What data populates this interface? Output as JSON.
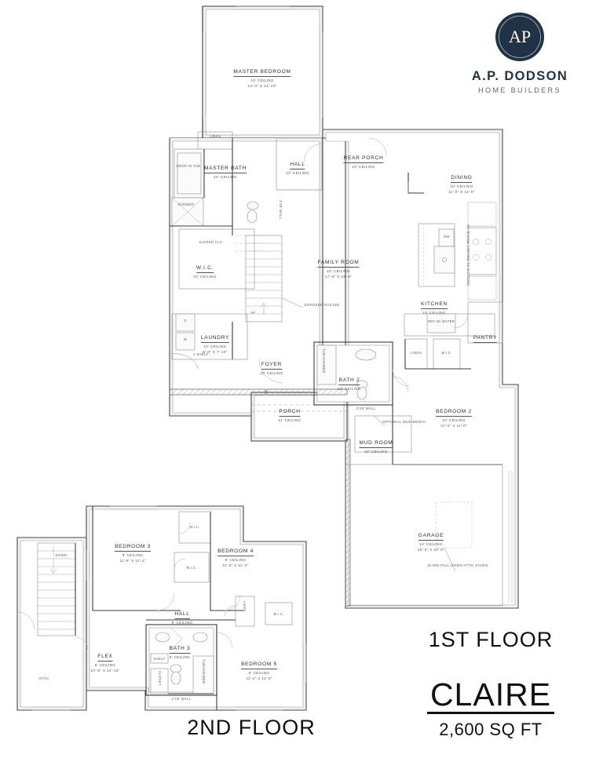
{
  "brand": {
    "monogram": "AP",
    "name": "A.P. DODSON",
    "tagline": "HOME BUILDERS",
    "navy": "#1f3246"
  },
  "title_block": {
    "first_floor_label": "1ST FLOOR",
    "second_floor_label": "2ND FLOOR",
    "plan_name": "CLAIRE",
    "square_feet": "2,600 SQ FT"
  },
  "first_floor": {
    "rooms": [
      {
        "name": "MASTER BEDROOM",
        "ceiling": "10' CEILING",
        "dims": "14'-0\" X 14'-10\""
      },
      {
        "name": "MASTER BATH",
        "ceiling": "10' CEILING",
        "dims": ""
      },
      {
        "name": "HALL",
        "ceiling": "10' CEILING",
        "dims": ""
      },
      {
        "name": "REAR PORCH",
        "ceiling": "10' CEILING",
        "dims": ""
      },
      {
        "name": "DINING",
        "ceiling": "10' CEILING",
        "dims": "11'-0\" X 11'-8\""
      },
      {
        "name": "FAMILY ROOM",
        "ceiling": "10' CEILING",
        "dims": "17'-8\" X 19'-8\""
      },
      {
        "name": "W.I.C.",
        "ceiling": "10' CEILING",
        "dims": ""
      },
      {
        "name": "KITCHEN",
        "ceiling": "10' CEILING",
        "dims": ""
      },
      {
        "name": "PANTRY",
        "ceiling": "",
        "dims": ""
      },
      {
        "name": "LAUNDRY",
        "ceiling": "10' CEILING",
        "dims": "9'-0\" X 7'-10\""
      },
      {
        "name": "FOYER",
        "ceiling": "10' CEILING",
        "dims": ""
      },
      {
        "name": "BATH 2",
        "ceiling": "10' CEILING",
        "dims": ""
      },
      {
        "name": "PORCH",
        "ceiling": "11' CEILING",
        "dims": ""
      },
      {
        "name": "MUD ROOM",
        "ceiling": "10' CEILING",
        "dims": ""
      },
      {
        "name": "BEDROOM 2",
        "ceiling": "10' CEILING",
        "dims": "12'-6\" X 11'-0\""
      },
      {
        "name": "GARAGE",
        "ceiling": "10' CEILING",
        "dims": "20'-6\" X 20'-6\""
      }
    ],
    "notes": [
      "LINEN",
      "DROP-IN TUB",
      "SHOWER",
      "SLOPED CLG.",
      "EXPOSED RAILING",
      "UP",
      "1 SHELF",
      "D",
      "W",
      "DW",
      "30\" RANGE (VENTED TO OUTSIDE)",
      "REF W/ WATER",
      "W.I.C.",
      "TUB/SHOWER",
      "2'X8' WALL",
      "OPTIONAL MUD BENCH",
      "20 MIN PULL-DOWN ATTIC STAIRS"
    ]
  },
  "second_floor": {
    "rooms": [
      {
        "name": "BEDROOM 3",
        "ceiling": "8' CEILING",
        "dims": "11'-0\" X 11'-2\""
      },
      {
        "name": "BEDROOM 4",
        "ceiling": "8' CEILING",
        "dims": "11'-0\" X 11'-2\""
      },
      {
        "name": "HALL",
        "ceiling": "8' CEILING",
        "dims": ""
      },
      {
        "name": "BATH 3",
        "ceiling": "8' CEILING",
        "dims": ""
      },
      {
        "name": "BEDROOM 5",
        "ceiling": "8' CEILING",
        "dims": "11'-4\" X 11'-0\""
      },
      {
        "name": "FLEX",
        "ceiling": "8' CEILING",
        "dims": "10'-8\" X 14'-10\""
      }
    ],
    "notes": [
      "DOWN",
      "ATTIC",
      "W.I.C.",
      "LINEN",
      "SHELF",
      "CLOSET",
      "TUB/SHOWER",
      "2'X8' WALL"
    ]
  }
}
